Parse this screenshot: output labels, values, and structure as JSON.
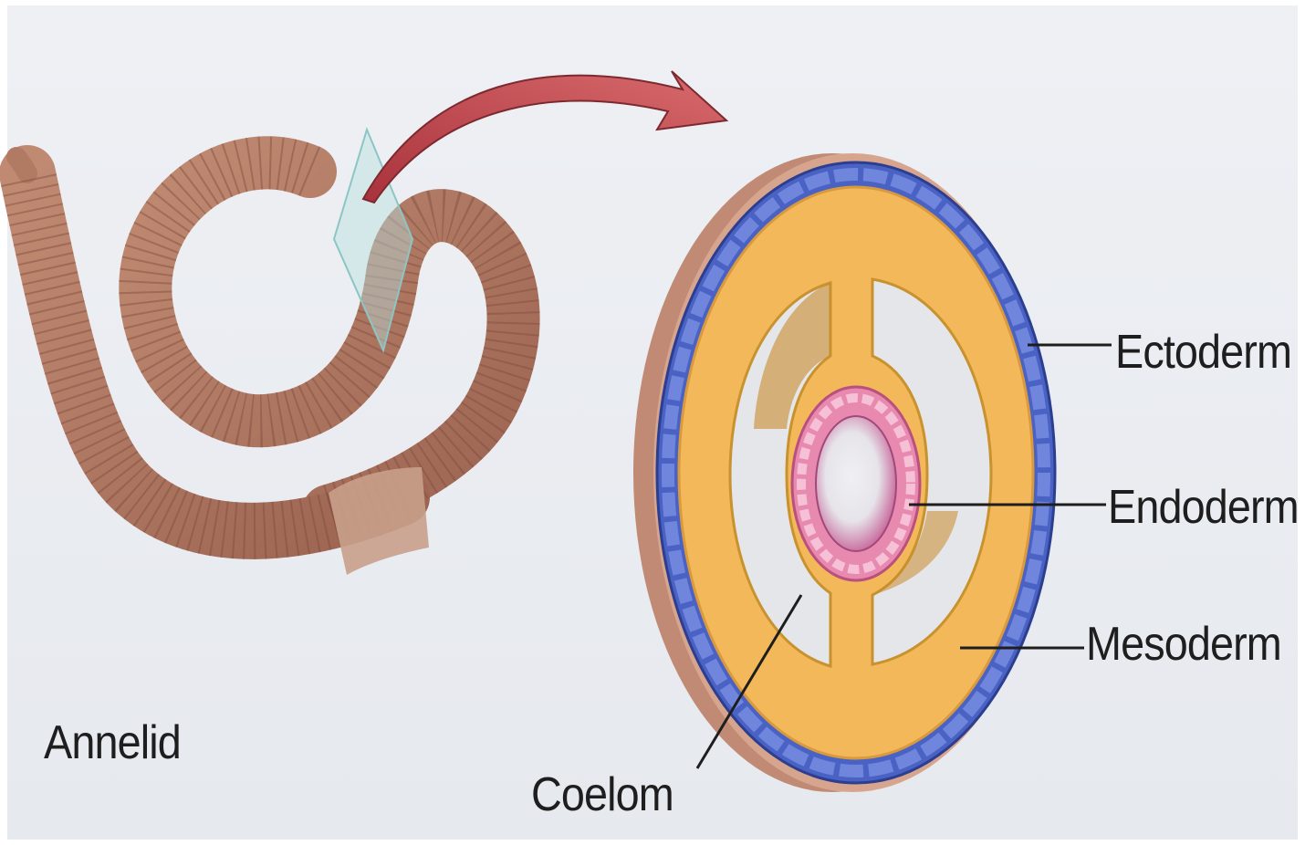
{
  "colors": {
    "background": "#e9ecf1",
    "worm": "#b07a63",
    "worm_dark": "#8a5645",
    "clitellum": "#c49580",
    "arrow": "#c25458",
    "ectoderm": "#4a62c4",
    "mesoderm": "#f2b85a",
    "endoderm": "#e88ab0",
    "gut_lumen": "#c45a92",
    "coelom": "#e4e6ea"
  },
  "labels": {
    "organism": "Annelid",
    "ectoderm": "Ectoderm",
    "endoderm": "Endoderm",
    "mesoderm": "Mesoderm",
    "coelom": "Coelom"
  }
}
